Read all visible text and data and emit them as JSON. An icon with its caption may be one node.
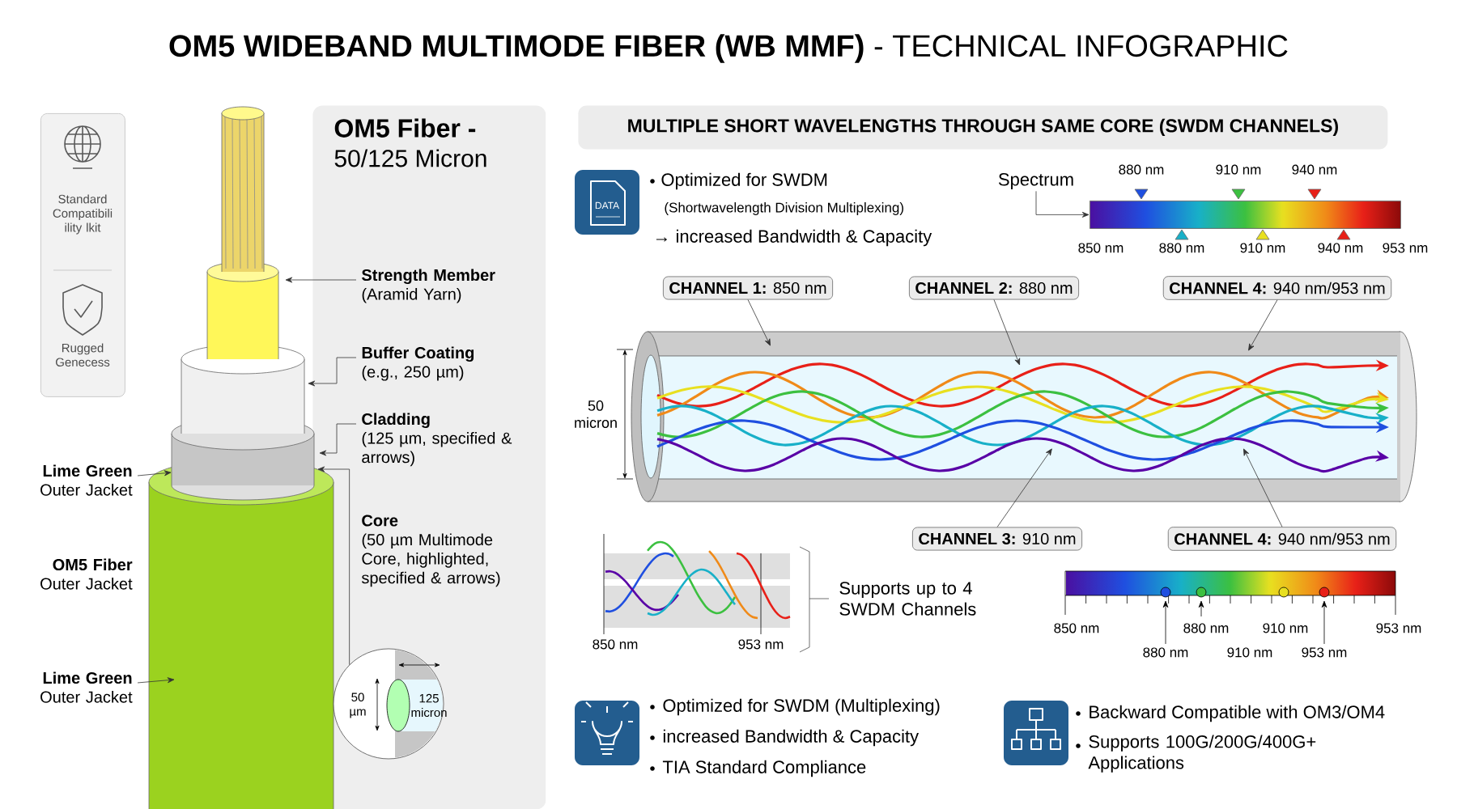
{
  "diagram": {
    "title": "**OM5 WIDEBAND MULTIMODE FIBER (WB MMF)** - TECHNICAL INFOGRAPHIC",
    "nodes": [
      {
        "text": [
          "Standard Compatibili ility lkit",
          "Rugged Genecess"
        ]
      },
      {
        "text": [
          "**Lime Green** Outer Jacket"
        ]
      },
      {
        "text": [
          "**Lime Green** Outer Jacket"
        ]
      },
      {
        "text": [
          "OM5 Fiber -",
          "50/125 Micron"
        ]
      },
      {
        "text": [
          "Strength Member",
          "(Aramid Yarn)"
        ],
        "in": 3
      },
      {
        "text": [
          "Buffer Coating",
          "(e.g., 250 µm)"
        ],
        "in": 3
      },
      {
        "text": [
          "Cladding",
          "(125 µm, specified & arrows)"
        ],
        "in": 3
      },
      {
        "text": [
          "Core",
          "(50 µm Multimode Core, highlighted, specified & arrows)"
        ],
        "in": 3
      },
      {
        "text": [
          "50 µm",
          "125 micron"
        ],
        "in": 3
      },
      {
        "text": [
          "MULTIPLE SHORT WAVELENGTHS THROUGH SAME CORE (SWDM CHANNELS)"
        ]
      },
      {
        "text": [
          "Spectrum"
        ]
      },
      {
        "text": [],
        "shape": "bar"
      },
      {
        "text": [
          "**CHANNEL 1:** 850 nm"
        ]
      },
      {
        "text": [
          "**CHANNEL 2:** 880 nm"
        ]
      },
      {
        "text": [
          "**CHANNEL 4:** 940 nm/953 nm"
        ]
      },
      {
        "text": [
          "**CHANNEL 3:** 910 nm"
        ]
      },
      {
        "text": [
          "**CHANNEL 4:** 940 nm/953 nm"
        ]
      }
    ],
    "edges": [
      {
        "from": 1,
        "to": null,
        "arrow": "to"
      },
      {
        "from": 2,
        "to": null,
        "arrow": "to"
      },
      {
        "from": 4,
        "to": null,
        "arrow": "to"
      },
      {
        "from": 5,
        "to": null,
        "arrow": "to"
      },
      {
        "from": 6,
        "to": null,
        "arrow": "to"
      },
      {
        "from": 8,
        "to": null,
        "arrow": "to"
      },
      {
        "from": 10,
        "to": 11,
        "arrow": "to"
      },
      {
        "from": 12,
        "to": null,
        "arrow": "to"
      },
      {
        "from": 13,
        "to": null,
        "arrow": "to"
      },
      {
        "from": 14,
        "to": null,
        "arrow": "to"
      },
      {
        "from": 15,
        "to": null,
        "arrow": "to"
      },
      {
        "from": 16,
        "to": null,
        "arrow": "to"
      }
    ],
    "labels": [
      "**OM5 Fiber** Outer Jacket",
      "DATA",
      "Optimized for SWDM",
      "(Shortwavelength Division Multiplexing)",
      "→ increased Bandwidth & Capacity",
      "880 nm",
      "910 nm",
      "940 nm",
      "850 nm",
      "880 nm",
      "910 nm",
      "940 nm",
      "953 nm",
      "50 micron",
      "850 nm",
      "953 nm",
      "Supports up to 4 SWDM Channels",
      "850 nm",
      "880 nm",
      "910 nm",
      "953 nm",
      "880 nm",
      "910 nm",
      "953 nm",
      "Optimized for SWDM (Multiplexing)",
      "increased Bandwidth & Capacity",
      "TIA Standard Compliance",
      "Backward Compatible with OM3/OM4",
      "Supports 100G/200G/400G+ Applications"
    ]
  }
}
